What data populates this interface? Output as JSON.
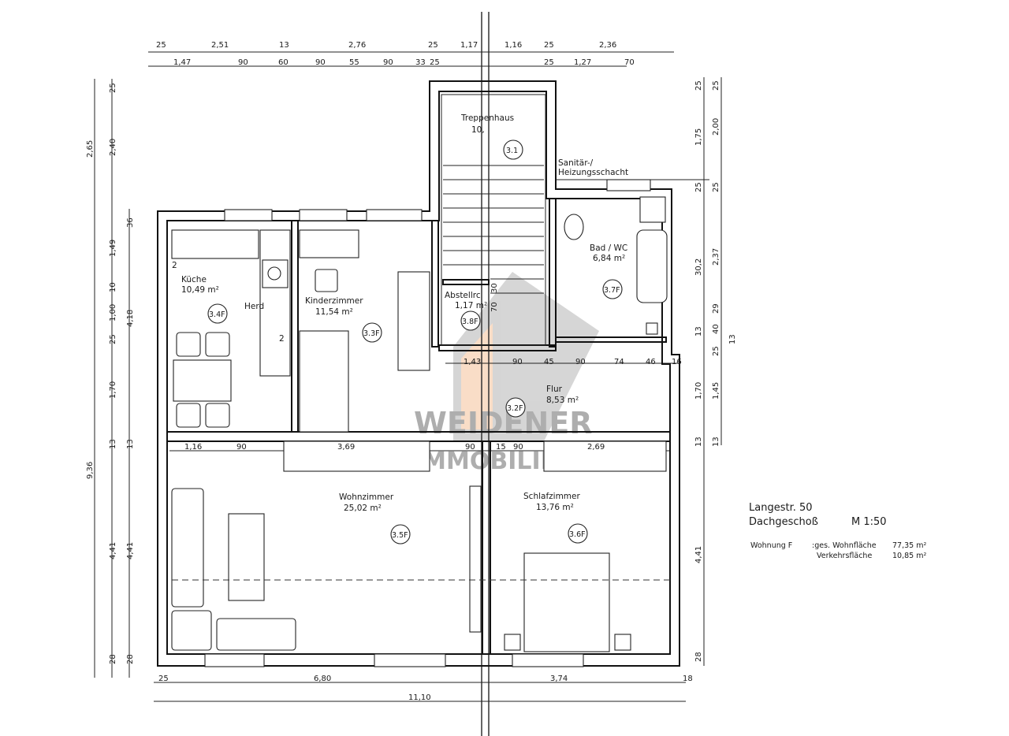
{
  "plan": {
    "address": "Langestr. 50",
    "floor": "Dachgeschoß",
    "scale": "M 1:50",
    "unit": "Wohnung F",
    "total_label": ":ges. Wohnfläche",
    "total_value": "77,35 m²",
    "traffic_label": "Verkehrsfläche",
    "traffic_value": "10,85 m²"
  },
  "rooms": [
    {
      "name": "Treppenhaus",
      "area": "10,",
      "badge": "3.1"
    },
    {
      "name": "Küche",
      "area": "10,49 m²",
      "badge": "3.4F"
    },
    {
      "name": "Kinderzimmer",
      "area": "11,54 m²",
      "badge": "3.3F"
    },
    {
      "name": "Abstellrc",
      "area": "1,17 m²",
      "badge": "3.8F"
    },
    {
      "name": "Flur",
      "area": "8,53 m²",
      "badge": "3.2F"
    },
    {
      "name": "Bad / WC",
      "area": "6,84 m²",
      "badge": "3.7F"
    },
    {
      "name": "Wohnzimmer",
      "area": "25,02 m²",
      "badge": "3.5F"
    },
    {
      "name": "Schlafzimmer",
      "area": "13,76 m²",
      "badge": "3.6F"
    }
  ],
  "annotations": {
    "shaft_1": "Sanitär-/",
    "shaft_2": "Heizungsschacht",
    "stove": "Herd",
    "kitchen_mark": "2",
    "kitchen_mark2": "2"
  },
  "watermark": {
    "line1": "WEIDENER",
    "line2": "IMMOBILIEN",
    "colors": {
      "grey": "#8a8a8a",
      "orange": "#f0a060"
    }
  },
  "dims": {
    "top1": [
      "25",
      "2,51",
      "13",
      "2,76",
      "25",
      "1,17",
      "1,16",
      "25",
      "2,36"
    ],
    "top2": [
      "1,47",
      "90",
      "60",
      "90",
      "55",
      "90",
      "33",
      "25",
      "25",
      "1,27",
      "70"
    ],
    "left_outer": [
      "2,65",
      "9,36"
    ],
    "left_mid": [
      "25",
      "2,40",
      "1,49",
      "10",
      "1,00",
      "25",
      "1,70",
      "13",
      "4,41",
      "28"
    ],
    "left_inner": [
      "36",
      "4,18",
      "13",
      "4,41",
      "28"
    ],
    "right_1": [
      "25",
      "1,75",
      "25",
      "30,2",
      "13",
      "1,70",
      "13",
      "4,41",
      "28"
    ],
    "right_2": [
      "25",
      "2,00",
      "25",
      "2,37",
      "29",
      "40",
      "25",
      "1,45",
      "13",
      "13"
    ],
    "bottom": [
      "25",
      "6,80",
      "3,74",
      "18",
      "11,10"
    ],
    "flur": [
      "1,43",
      "90",
      "45",
      "90",
      "74",
      "46",
      "16"
    ],
    "hall": [
      "1,16",
      "90",
      "3,69",
      "90",
      "15",
      "90",
      "2,69"
    ],
    "store": [
      "30",
      "70"
    ]
  }
}
